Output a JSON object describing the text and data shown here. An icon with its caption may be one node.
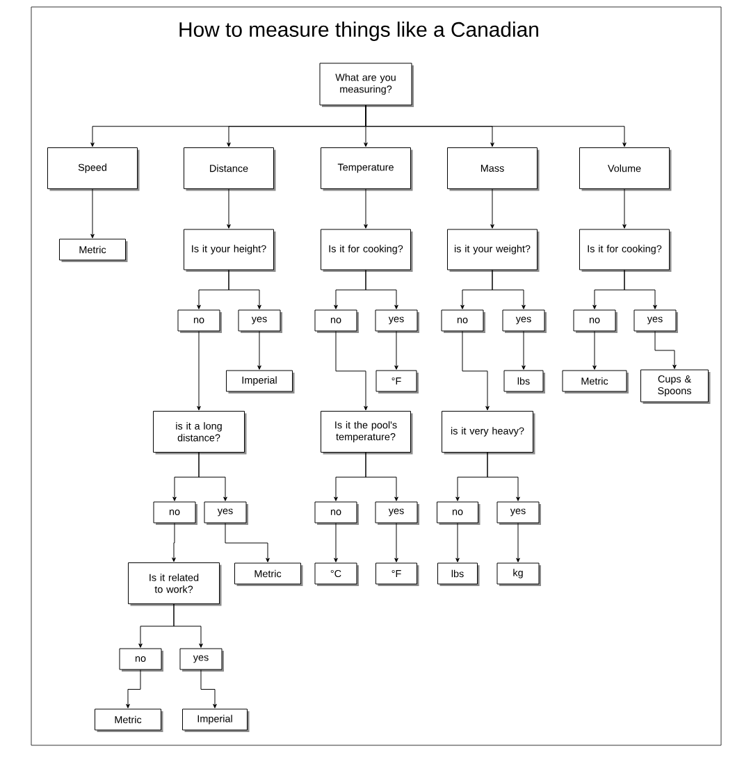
{
  "diagram": {
    "title": "How to measure things like a Canadian",
    "nodes": [
      {
        "text": [
          "What are you measuring?"
        ]
      },
      {
        "text": [
          "Speed"
        ]
      },
      {
        "text": [
          "Distance"
        ]
      },
      {
        "text": [
          "Temperature"
        ]
      },
      {
        "text": [
          "Mass"
        ]
      },
      {
        "text": [
          "Volume"
        ]
      },
      {
        "text": [
          "Metric"
        ]
      },
      {
        "text": [
          "Is it your height?"
        ]
      },
      {
        "text": [
          "Is it for cooking?"
        ]
      },
      {
        "text": [
          "is it your weight?"
        ]
      },
      {
        "text": [
          "Is it for cooking?"
        ]
      },
      {
        "text": [
          "no"
        ]
      },
      {
        "text": [
          "yes"
        ]
      },
      {
        "text": [
          "no"
        ]
      },
      {
        "text": [
          "yes"
        ]
      },
      {
        "text": [
          "no"
        ]
      },
      {
        "text": [
          "yes"
        ]
      },
      {
        "text": [
          "no"
        ]
      },
      {
        "text": [
          "yes"
        ]
      },
      {
        "text": [
          "Imperial"
        ]
      },
      {
        "text": [
          "°F"
        ]
      },
      {
        "text": [
          "lbs"
        ]
      },
      {
        "text": [
          "Metric"
        ]
      },
      {
        "text": [
          "Cups & Spoons"
        ]
      },
      {
        "text": [
          "is it a long distance?"
        ]
      },
      {
        "text": [
          "Is it the pool's temperature?"
        ]
      },
      {
        "text": [
          "is it very heavy?"
        ]
      },
      {
        "text": [
          "no"
        ]
      },
      {
        "text": [
          "yes"
        ]
      },
      {
        "text": [
          "no"
        ]
      },
      {
        "text": [
          "yes"
        ]
      },
      {
        "text": [
          "no"
        ]
      },
      {
        "text": [
          "yes"
        ]
      },
      {
        "text": [
          "Metric"
        ]
      },
      {
        "text": [
          "Is it related to work?"
        ]
      },
      {
        "text": [
          "°C"
        ]
      },
      {
        "text": [
          "°F"
        ]
      },
      {
        "text": [
          "lbs"
        ]
      },
      {
        "text": [
          "kg"
        ]
      },
      {
        "text": [
          "no"
        ]
      },
      {
        "text": [
          "yes"
        ]
      },
      {
        "text": [
          "Metric"
        ]
      },
      {
        "text": [
          "Imperial"
        ]
      }
    ],
    "edges": [
      {
        "from": 0,
        "to": 1,
        "arrow": "to"
      },
      {
        "from": 0,
        "to": 2,
        "arrow": "to"
      },
      {
        "from": 0,
        "to": 3,
        "arrow": "to"
      },
      {
        "from": 0,
        "to": 4,
        "arrow": "to"
      },
      {
        "from": 0,
        "to": 5,
        "arrow": "to"
      },
      {
        "from": 1,
        "to": 6,
        "arrow": "to"
      },
      {
        "from": 2,
        "to": 7,
        "arrow": "to"
      },
      {
        "from": 3,
        "to": 8,
        "arrow": "to"
      },
      {
        "from": 4,
        "to": 9,
        "arrow": "to"
      },
      {
        "from": 5,
        "to": 10,
        "arrow": "to"
      },
      {
        "from": 7,
        "to": 11,
        "arrow": "to"
      },
      {
        "from": 7,
        "to": 12,
        "arrow": "to"
      },
      {
        "from": 8,
        "to": 13,
        "arrow": "to"
      },
      {
        "from": 8,
        "to": 14,
        "arrow": "to"
      },
      {
        "from": 9,
        "to": 15,
        "arrow": "to"
      },
      {
        "from": 9,
        "to": 16,
        "arrow": "to"
      },
      {
        "from": 10,
        "to": 17,
        "arrow": "to"
      },
      {
        "from": 10,
        "to": 18,
        "arrow": "to"
      },
      {
        "from": 12,
        "to": 19,
        "arrow": "to"
      },
      {
        "from": 14,
        "to": 20,
        "arrow": "to"
      },
      {
        "from": 16,
        "to": 21,
        "arrow": "to"
      },
      {
        "from": 17,
        "to": 22,
        "arrow": "to"
      },
      {
        "from": 18,
        "to": 23,
        "arrow": "to"
      },
      {
        "from": 11,
        "to": 24,
        "arrow": "to"
      },
      {
        "from": 13,
        "to": 25,
        "arrow": "to"
      },
      {
        "from": 15,
        "to": 26,
        "arrow": "to"
      },
      {
        "from": 24,
        "to": 27,
        "arrow": "to"
      },
      {
        "from": 24,
        "to": 28,
        "arrow": "to"
      },
      {
        "from": 25,
        "to": 29,
        "arrow": "to"
      },
      {
        "from": 25,
        "to": 30,
        "arrow": "to"
      },
      {
        "from": 26,
        "to": 31,
        "arrow": "to"
      },
      {
        "from": 26,
        "to": 32,
        "arrow": "to"
      },
      {
        "from": 28,
        "to": 33,
        "arrow": "to"
      },
      {
        "from": 27,
        "to": 34,
        "arrow": "to"
      },
      {
        "from": 29,
        "to": 35,
        "arrow": "to"
      },
      {
        "from": 30,
        "to": 36,
        "arrow": "to"
      },
      {
        "from": 31,
        "to": 37,
        "arrow": "to"
      },
      {
        "from": 32,
        "to": 38,
        "arrow": "to"
      },
      {
        "from": 34,
        "to": 39,
        "arrow": "to"
      },
      {
        "from": 34,
        "to": 40,
        "arrow": "to"
      },
      {
        "from": 39,
        "to": 41,
        "arrow": "to"
      },
      {
        "from": 40,
        "to": 42,
        "arrow": "to"
      }
    ]
  }
}
